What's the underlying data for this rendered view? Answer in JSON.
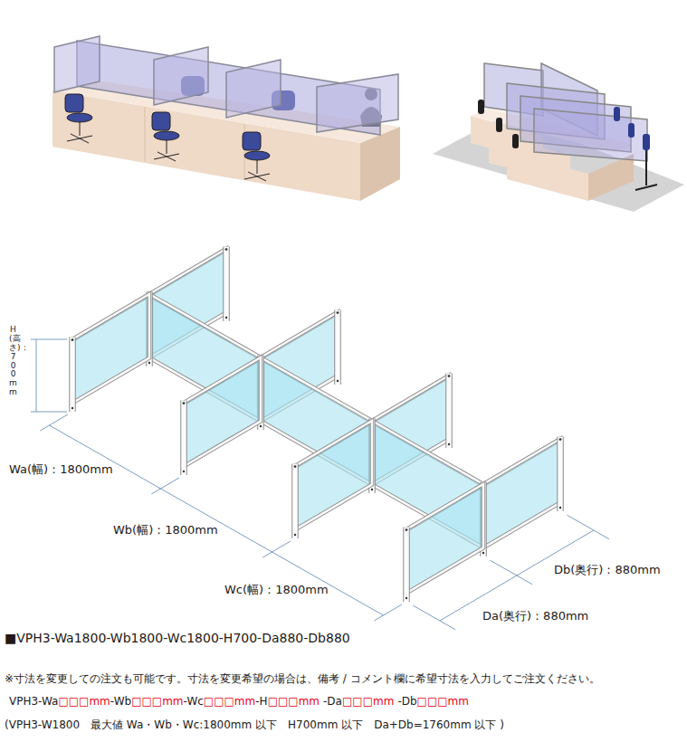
{
  "diagram": {
    "title": "■VPH3-Wa1800-Wb1800-Wc1800-H700-Da880-Db880",
    "labels": [
      "H(高さ)：700mm",
      "Wa(幅)：1800mm",
      "Wb(幅)：1800mm",
      "Wc(幅)：1800mm",
      "Db(奥行)：880mm",
      "Da(奥行)：880mm",
      "※寸法を変更しての注文も可能です。寸法を変更希望の場合は、備考 / コメント欄に希望寸法を入力してご注文ください。",
      "VPH3-Wa",
      "□□□mm",
      "-Wb",
      "□□□mm",
      "-Wc",
      "□□□mm",
      "-H",
      "□□□mm",
      "-Da",
      "□□□mm",
      "-Db",
      "□□□mm",
      "(VPH3-W1800　最大値 Wa・Wb・Wc:1800mm 以下　H700mm 以下　Da+Db=1760mm 以下 )"
    ]
  }
}
